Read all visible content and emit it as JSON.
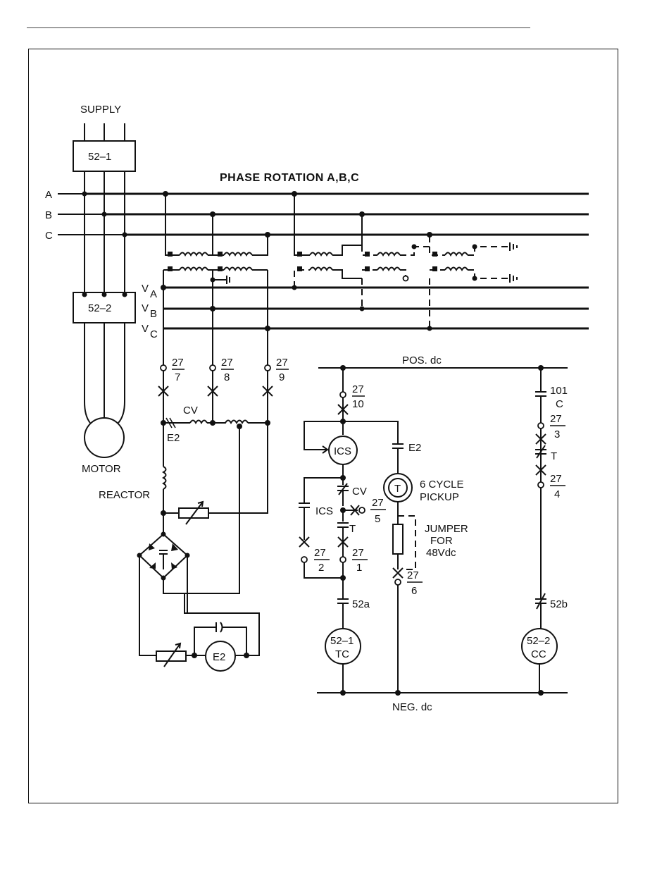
{
  "labels": {
    "supply": "SUPPLY",
    "breaker_1": "52–1",
    "breaker_2": "52–2",
    "phase_rotation": "PHASE ROTATION A,B,C",
    "phase_a": "A",
    "phase_b": "B",
    "phase_c": "C",
    "va": "V",
    "va_sub": "A",
    "vb": "V",
    "vb_sub": "B",
    "vc": "V",
    "vc_sub": "C",
    "motor": "MOTOR",
    "reactor": "REACTOR",
    "cv": "CV",
    "e2": "E2",
    "e2_meter": "E2",
    "pos_dc": "POS. dc",
    "neg_dc": "NEG. dc",
    "ics_coil": "ICS",
    "ics_contact": "ICS",
    "cv_contact": "CV",
    "t_contact_1": "T",
    "t_contact_2": "T",
    "t_coil": "T",
    "e2_contact": "E2",
    "six_cycle": "6  CYCLE",
    "pickup": "PICKUP",
    "jumper": "JUMPER",
    "jumper_for": "FOR",
    "jumper_48v": "48Vdc",
    "contact_52a": "52a",
    "contact_52b": "52b",
    "coil_521": "52–1",
    "coil_521_sub": "TC",
    "coil_522": "52–2",
    "coil_522_sub": "CC",
    "c101_top": "101",
    "c101_bot": "C"
  },
  "contacts_27": [
    {
      "num": "27",
      "den": "7"
    },
    {
      "num": "27",
      "den": "8"
    },
    {
      "num": "27",
      "den": "9"
    },
    {
      "num": "27",
      "den": "10"
    },
    {
      "num": "27",
      "den": "3"
    },
    {
      "num": "27",
      "den": "4"
    },
    {
      "num": "27",
      "den": "5"
    },
    {
      "num": "27",
      "den": "2"
    },
    {
      "num": "27",
      "den": "1"
    },
    {
      "num": "27",
      "den": "6"
    }
  ]
}
